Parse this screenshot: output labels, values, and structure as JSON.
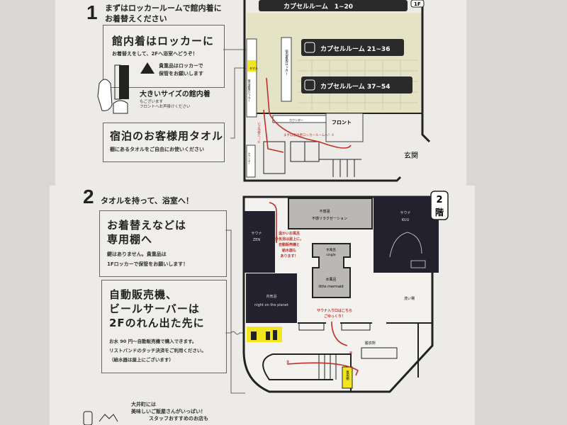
{
  "step1": {
    "number": "1",
    "heading_line1": "まずはロッカールームで館内着に",
    "heading_line2": "お着替えください",
    "locker_box": {
      "title": "館内着はロッカーに",
      "subtitle": "お着替えをして、2Fへ浴室へどうぞ！",
      "warning_line1": "貴重品はロッカーで",
      "warning_line2": "保管をお願いします"
    },
    "large_size": {
      "title": "大きいサイズの館内着",
      "line1": "もございます",
      "line2": "フロントへお声掛けください"
    },
    "towel_box": {
      "title": "宿泊のお客様用タオル",
      "subtitle": "棚にあるタオルをご自由にお使いください"
    }
  },
  "floor1": {
    "badge": "1F",
    "capsules": [
      "カプセルルーム　1~20",
      "カプセルルーム 21~36",
      "カプセルルーム 37~54"
    ],
    "front": "フロント",
    "entrance": "玄関",
    "counter": "カウンター",
    "counter2": "カウンター",
    "towel_label": "タオル",
    "locker_left": "宿泊者用ロッカー",
    "locker_mid": "宿泊者用ロッカー",
    "route1": "まずは宿泊者ロッカールームへ！①",
    "route2": "いざ浴室へ！②"
  },
  "step2": {
    "number": "2",
    "heading": "タオルを持って、浴室へ！",
    "shelf_box": {
      "title_line1": "お着替えなどは",
      "title_line2": "専用棚へ",
      "line1": "鍵はありません。貴重品は",
      "line2": "1Fロッカーで保管をお願いします！"
    },
    "vending_box": {
      "title_line1": "自動販売機、",
      "title_line2": "ビールサーバーは",
      "title_line3": "2Fのれん出た先に",
      "line1": "お水 90 円～自動販売機で購入できます。",
      "line2": "リストバンドのタッチ決済をご利用ください。",
      "line3": "（給水器は屋上にございます）"
    },
    "footer_line1": "大井町には",
    "footer_line2": "美味しいご飯屋さんがいっぱい！",
    "footer_line3": "スタッフおすすめのお店も"
  },
  "floor2": {
    "badge_line1": "2",
    "badge_line2": "階",
    "fukanyu": "不感湯",
    "fukanyu_sub": "不感リラクゼーション",
    "sauna_zen": "サウナ",
    "sauna_zen_name": "ZEN",
    "sauna_kuu": "サウナ",
    "sauna_kuu_name": "KUU",
    "mizuburo_single": "水風呂",
    "mizuburo_single_name": "single",
    "mizuburo_mermaid": "水風呂",
    "mizuburo_mermaid_name": "little mermaid",
    "naikiyoku": "内気浴",
    "naikiyoku_name": "night on the planet",
    "araiba": "洗い場",
    "datsuijo": "脱衣所",
    "shelf": "専用棚",
    "rooftop_note": [
      "温かいお風呂",
      "外気浴は屋上に。",
      "自動販売機と",
      "給水器も",
      "あります！"
    ],
    "sauna_entrance_note": [
      "サウナ入り口はこちら",
      "ごゆっくり！"
    ],
    "step3": "③",
    "step4": "④"
  },
  "colors": {
    "accent_red": "#c0302a",
    "highlight_yellow": "#f1e620",
    "dark": "#222222",
    "floor_beige": "#e4e3c6"
  }
}
